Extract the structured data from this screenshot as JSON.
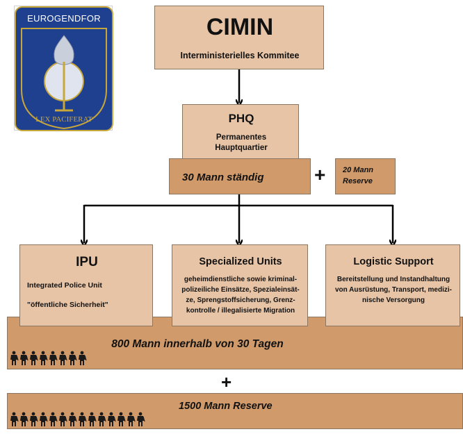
{
  "logo": {
    "title": "EUROGENDFOR",
    "motto": "LEX PACIFERAT",
    "colors": {
      "shield": "#1f3f8f",
      "ring": "#c7a63a",
      "inner": "#ffffff"
    }
  },
  "cimin": {
    "title": "CIMIN",
    "subtitle": "Interministerielles Kommitee"
  },
  "phq": {
    "title": "PHQ",
    "subtitle_line1": "Permanentes",
    "subtitle_line2": "Hauptquartier",
    "standing": "30 Mann ständig",
    "plus": "+",
    "reserve_line1": "20 Mann",
    "reserve_line2": "Reserve"
  },
  "units": {
    "ipu": {
      "title": "IPU",
      "subtitle": "Integrated Police Unit",
      "note": "\"öffentliche Sicherheit\""
    },
    "specialized": {
      "title": "Specialized Units",
      "desc_line1": "geheimdienstliche sowie kriminal-",
      "desc_line2": "polizeiliche Einsätze, Spezialeinsät-",
      "desc_line3": "ze, Sprengstoffsicherung, Grenz-",
      "desc_line4": "kontrolle / illegalisierte Migration"
    },
    "logistic": {
      "title": "Logistic Support",
      "desc_line1": "Bereitstellung und Instandhaltung",
      "desc_line2": "von Ausrüstung, Transport, medizi-",
      "desc_line3": "nische Versorgung"
    }
  },
  "forces": {
    "main": "800 Mann innerhalb von 30 Tagen",
    "plus": "+",
    "reserve": "1500 Mann Reserve",
    "main_soldier_icons": 8,
    "reserve_soldier_icons": 14
  },
  "colors": {
    "box_light": "#e7c4a6",
    "box_dark": "#d09a6a",
    "arrow": "#000000"
  }
}
